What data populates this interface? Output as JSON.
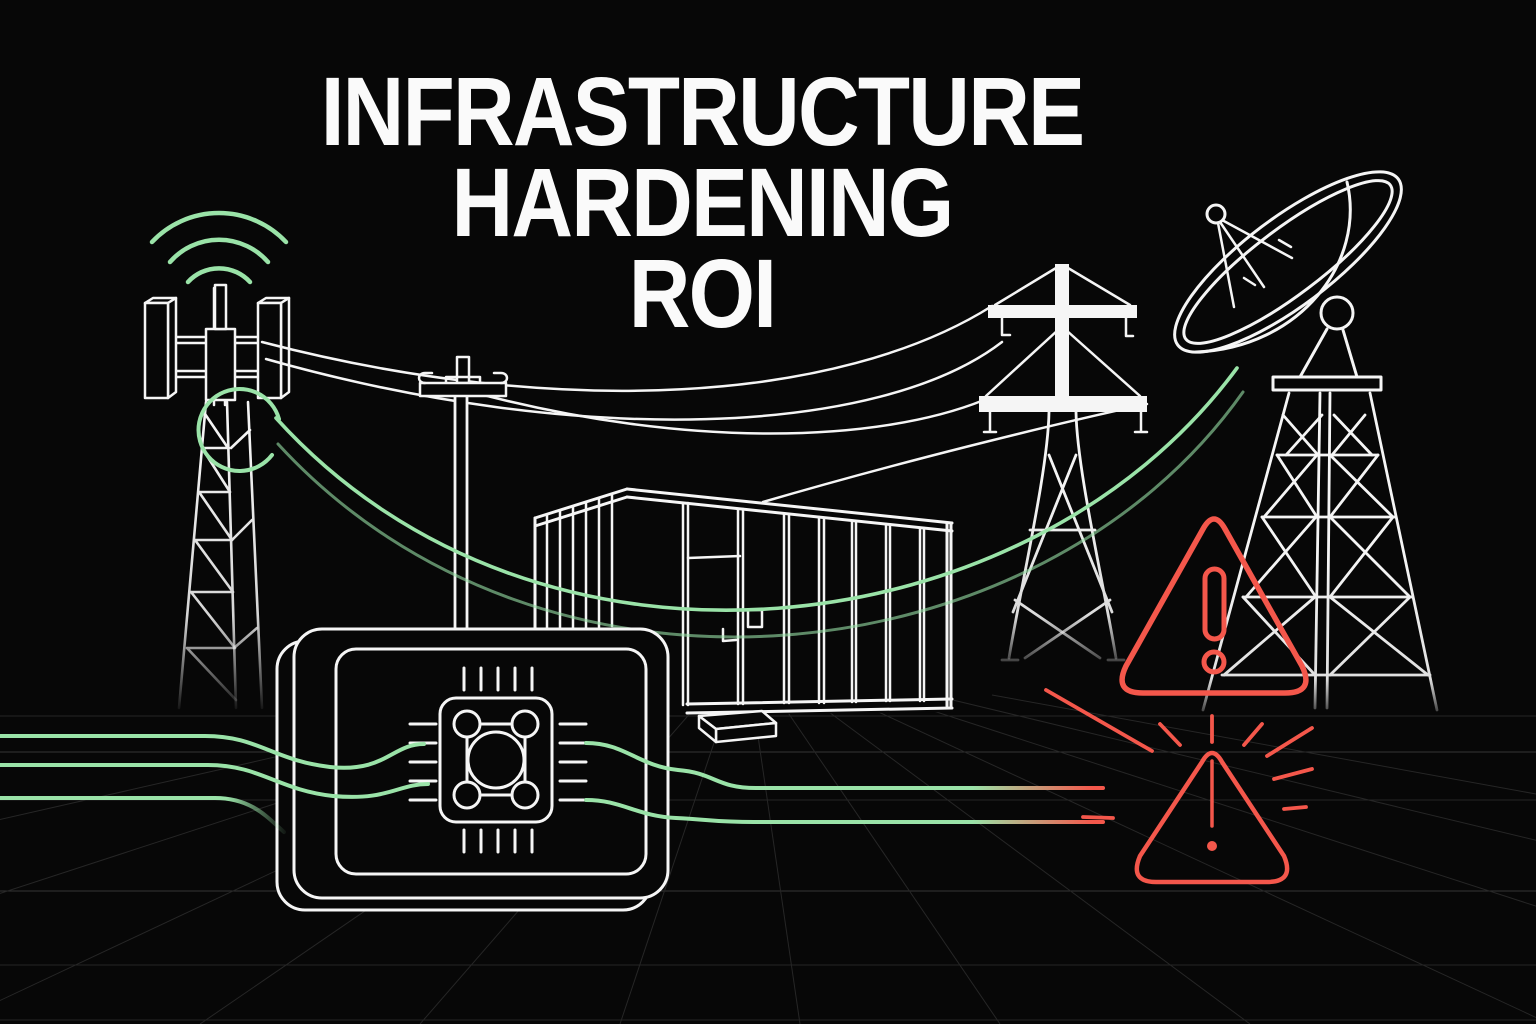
{
  "poster": {
    "title_line1": "INFRASTRUCTURE HARDENING",
    "title_line2": "ROI"
  },
  "colors": {
    "background": "#070707",
    "line_white": "#f5f5f5",
    "accent_green": "#9ae3a8",
    "alert_red": "#f4574b",
    "grid_line": "#262626",
    "grid_line_bright": "#343434",
    "title_white": "#fafafa"
  },
  "scene": {
    "elements": [
      {
        "id": "signal-waves-icon",
        "label": "wireless signal arcs"
      },
      {
        "id": "cell-tower",
        "label": "cell tower with antennas"
      },
      {
        "id": "cable-coil",
        "label": "green cable coil around tower"
      },
      {
        "id": "power-lines",
        "label": "sagging power lines"
      },
      {
        "id": "utility-pole",
        "label": "utility pole with crossarm"
      },
      {
        "id": "data-center-container",
        "label": "containerized data center with door and step"
      },
      {
        "id": "transmission-pylon",
        "label": "electricity transmission pylon"
      },
      {
        "id": "satellite-dish-icon",
        "label": "satellite dish on lattice tower"
      },
      {
        "id": "fiber-cables",
        "label": "green fiber cables sweeping to dish"
      },
      {
        "id": "warning-triangle-icon",
        "label": "red warning triangle with exclamation mark"
      },
      {
        "id": "alert-burst-triangle-icon",
        "label": "red alerting triangle with radiating rays"
      },
      {
        "id": "circuit-board-device",
        "label": "edge device with CPU chip"
      },
      {
        "id": "network-traces",
        "label": "green network traces turning red toward alert"
      },
      {
        "id": "floor-grid",
        "label": "perspective floor grid"
      }
    ]
  }
}
